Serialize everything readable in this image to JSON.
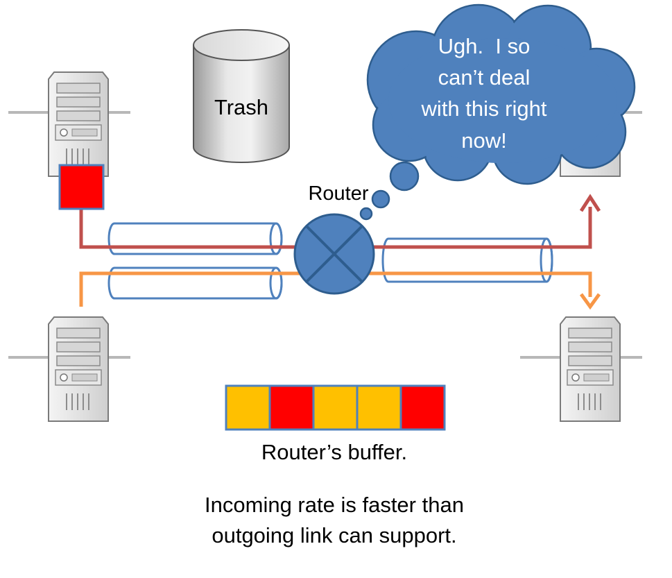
{
  "labels": {
    "trash": "Trash",
    "router": "Router",
    "bubble_line1": "Ugh.  I so",
    "bubble_line2": "can’t deal",
    "bubble_line3": "with this right",
    "bubble_line4": "now!",
    "buffer_caption": "Router’s buffer.",
    "footer_line1": "Incoming rate is faster than",
    "footer_line2": "outgoing link can support."
  },
  "colors": {
    "packet_red": "#ff0000",
    "packet_yellow": "#ffc000",
    "link_red": "#c0504d",
    "link_orange": "#f79646",
    "tube_blue": "#4f81bd",
    "router_fill": "#4f81bd",
    "bubble_fill": "#4f81bd",
    "bubble_stroke": "#2e5d8e"
  },
  "buffer_packets": [
    "yellow",
    "red",
    "yellow",
    "yellow",
    "red"
  ],
  "icons": {
    "server": "server-icon",
    "router": "router-icon",
    "trash": "trash-cylinder-icon"
  }
}
